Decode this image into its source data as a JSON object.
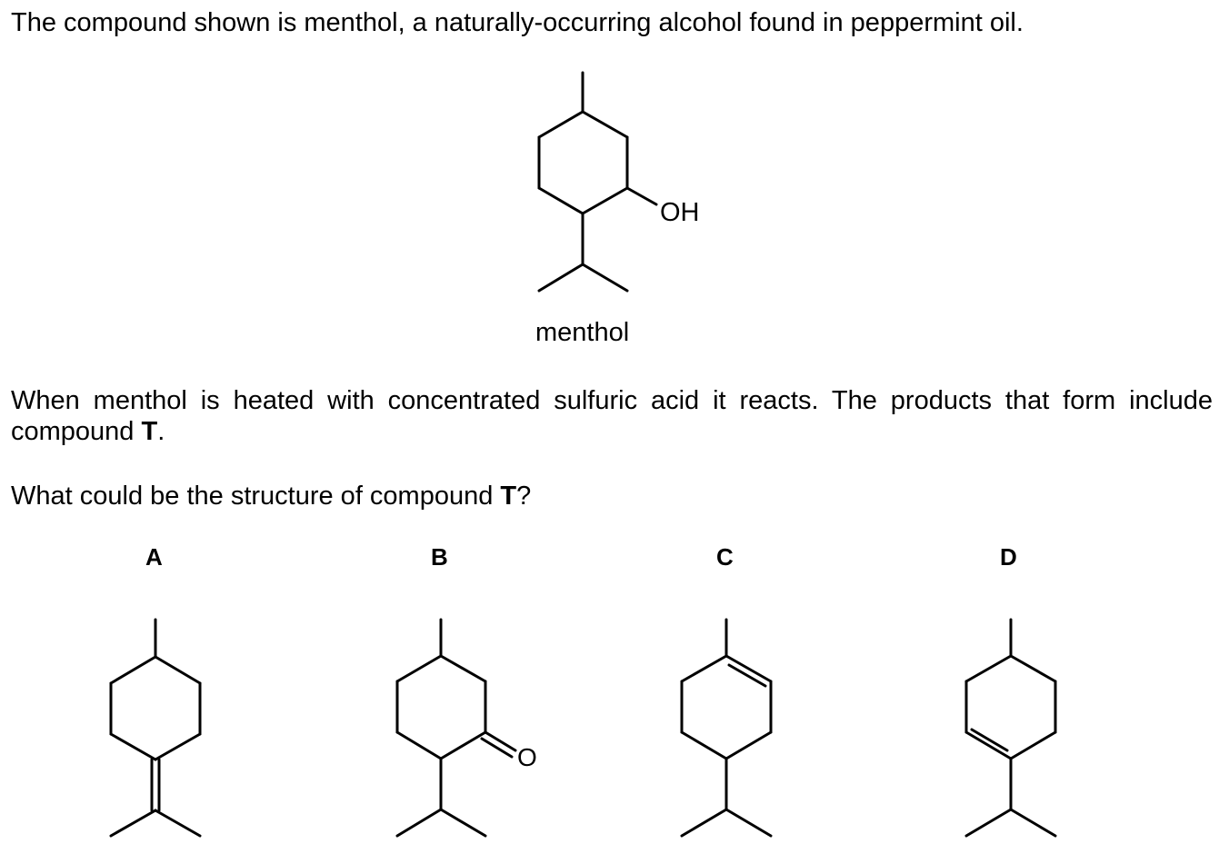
{
  "question": {
    "intro": "The compound shown is menthol, a naturally-occurring alcohol found in peppermint oil.",
    "reaction_pre": "When menthol is heated with concentrated sulfuric acid it reacts. The products that form include compound ",
    "compound_label": "T",
    "reaction_post": ".",
    "ask_pre": "What could be the structure of compound ",
    "ask_post": "?"
  },
  "menthol": {
    "caption": "menthol",
    "oh_label": "OH"
  },
  "options": {
    "a": "A",
    "b": "B",
    "c": "C",
    "d": "D"
  },
  "atoms": {
    "ketone_o": "O"
  }
}
